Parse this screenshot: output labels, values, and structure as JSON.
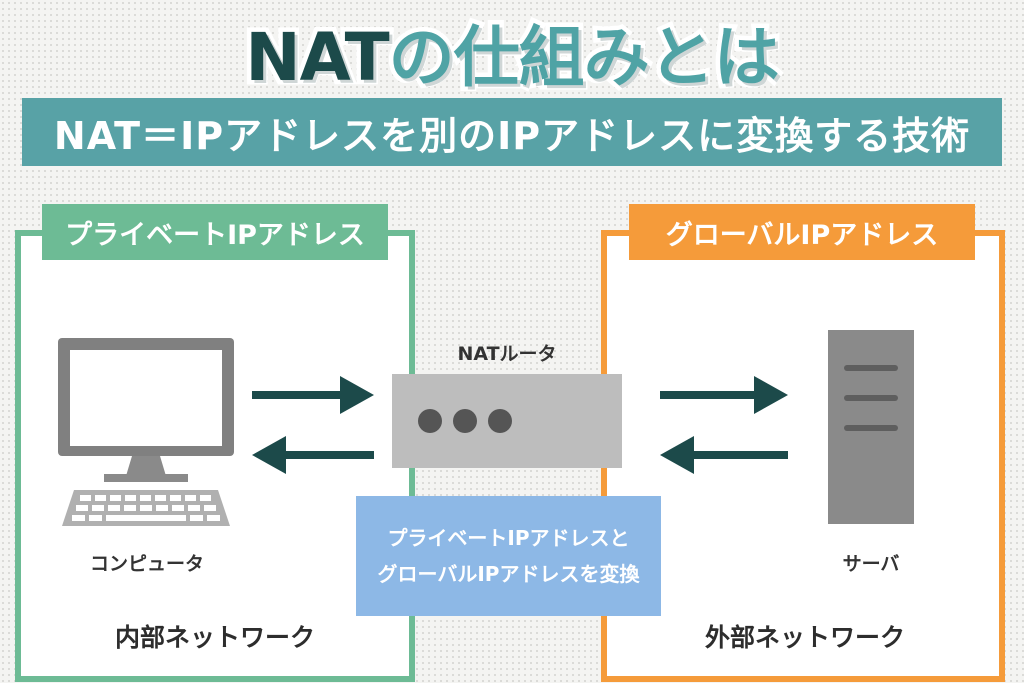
{
  "title": {
    "part1": "NAT",
    "part2": "の仕組みとは"
  },
  "subtitle": "NAT＝IPアドレスを別のIPアドレスに変換する技術",
  "left_panel": {
    "tag": "プライベートIPアドレス",
    "device_label": "コンピュータ",
    "network_label": "内部ネットワーク"
  },
  "right_panel": {
    "tag": "グローバルIPアドレス",
    "device_label": "サーバ",
    "network_label": "外部ネットワーク"
  },
  "router": {
    "label": "NATルータ",
    "note_line1": "プライベートIPアドレスと",
    "note_line2": "グローバルIPアドレスを変換"
  },
  "colors": {
    "teal_dark": "#1c4a4a",
    "teal": "#58a2a6",
    "green": "#6dbb95",
    "orange": "#f59b3a",
    "blue": "#8db8e6",
    "device_gray": "#808080"
  }
}
